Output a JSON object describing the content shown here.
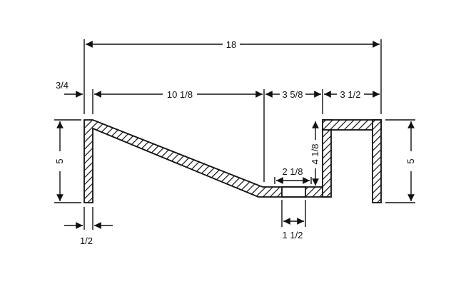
{
  "dimensions": {
    "overall_width": "18",
    "left_lip": "3/4",
    "slope_run": "10 1/8",
    "bottom_flat": "3 5/8",
    "right_box": "3 1/2",
    "left_height": "5",
    "right_height": "5",
    "inner_height": "4 1/8",
    "slot_width": "2 1/8",
    "slot_opening": "1 1/2",
    "thickness": "1/2"
  }
}
